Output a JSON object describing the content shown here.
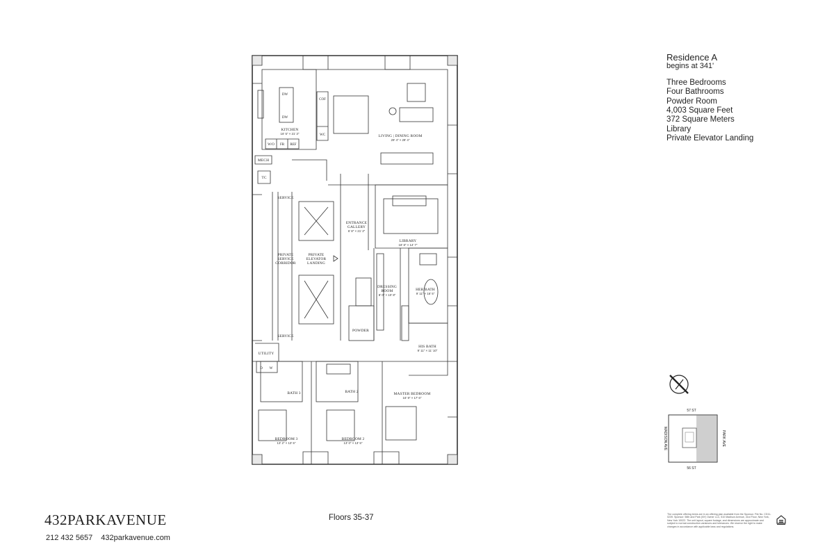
{
  "residence": {
    "title": "Residence A",
    "subtitle": "begins at 341'",
    "features": [
      "Three Bedrooms",
      "Four Bathrooms",
      "Powder Room",
      "4,003 Square Feet",
      "372 Square Meters",
      "Library",
      "Private Elevator Landing"
    ]
  },
  "rooms": {
    "kitchen": {
      "name": "KITCHEN",
      "dims": "16' 5\" × 21' 3\""
    },
    "living": {
      "name": "LIVING | DINING ROOM",
      "dims": "29' 4\" × 29' 4\""
    },
    "library": {
      "name": "LIBRARY",
      "dims": "18' 8\" × 14' 7\""
    },
    "gallery": {
      "line1": "ENTRANCE",
      "line2": "GALLERY",
      "dims": "6' 8\" × 21' 2\""
    },
    "elevator": {
      "line1": "PRIVATE",
      "line2": "ELEVATOR",
      "line3": "LANDING"
    },
    "corridor": {
      "line1": "PRIVATE",
      "line2": "SERVICE",
      "line3": "CORRIDOR"
    },
    "service_top": "SERVICE",
    "service_bottom": "SERVICE",
    "dressing": {
      "line1": "DRESSING",
      "line2": "ROOM",
      "dims": "8' 0\" × 10' 8\""
    },
    "her_bath": {
      "name": "HER BATH",
      "dims": "9' 11\" × 16' 5\""
    },
    "his_bath": {
      "name": "HIS BATH",
      "dims": "9' 11\" × 11' 10\""
    },
    "powder": "POWDER",
    "utility": "UTILITY",
    "mech": "MECH",
    "tc": "TC",
    "bath3": "BATH 3",
    "bath2": "BATH 2",
    "master": {
      "name": "MASTER BEDROOM",
      "dims": "16' 9\" × 17' 6\""
    },
    "bedroom3": {
      "name": "BEDROOM 3",
      "dims": "13' 2\" × 13' 5\""
    },
    "bedroom2": {
      "name": "BEDROOM 2",
      "dims": "13' 0\" × 13' 5\""
    }
  },
  "fixtures": {
    "dw": "DW",
    "cof": "COF",
    "wc": "WC",
    "wo": "W/O",
    "fr": "FR",
    "ref": "REF",
    "d": "D",
    "w": "W"
  },
  "locator": {
    "north": "57 ST",
    "south": "56 ST",
    "west": "MADISON AVE",
    "east": "PARK AVE"
  },
  "footer": {
    "brand": "432PARKAVENUE",
    "phone": "212 432 5657",
    "website": "432parkavenue.com",
    "floors": "Floors 35-37",
    "legal": "The complete offering terms are in an offering plan available from the Sponsor. File No. CD11-0239. Sponsor: 56th and Park (NY) Owner LLC, 510 Madison Avenue, 41st Floor, New York, New York 10022. The unit layout, square footage, and dimensions are approximate and subject to normal construction variances and tolerances. We reserve the right to make changes in accordance with applicable laws and regulations."
  },
  "icons": {
    "equal_housing": "equal-housing-icon",
    "compass": "compass-icon"
  }
}
